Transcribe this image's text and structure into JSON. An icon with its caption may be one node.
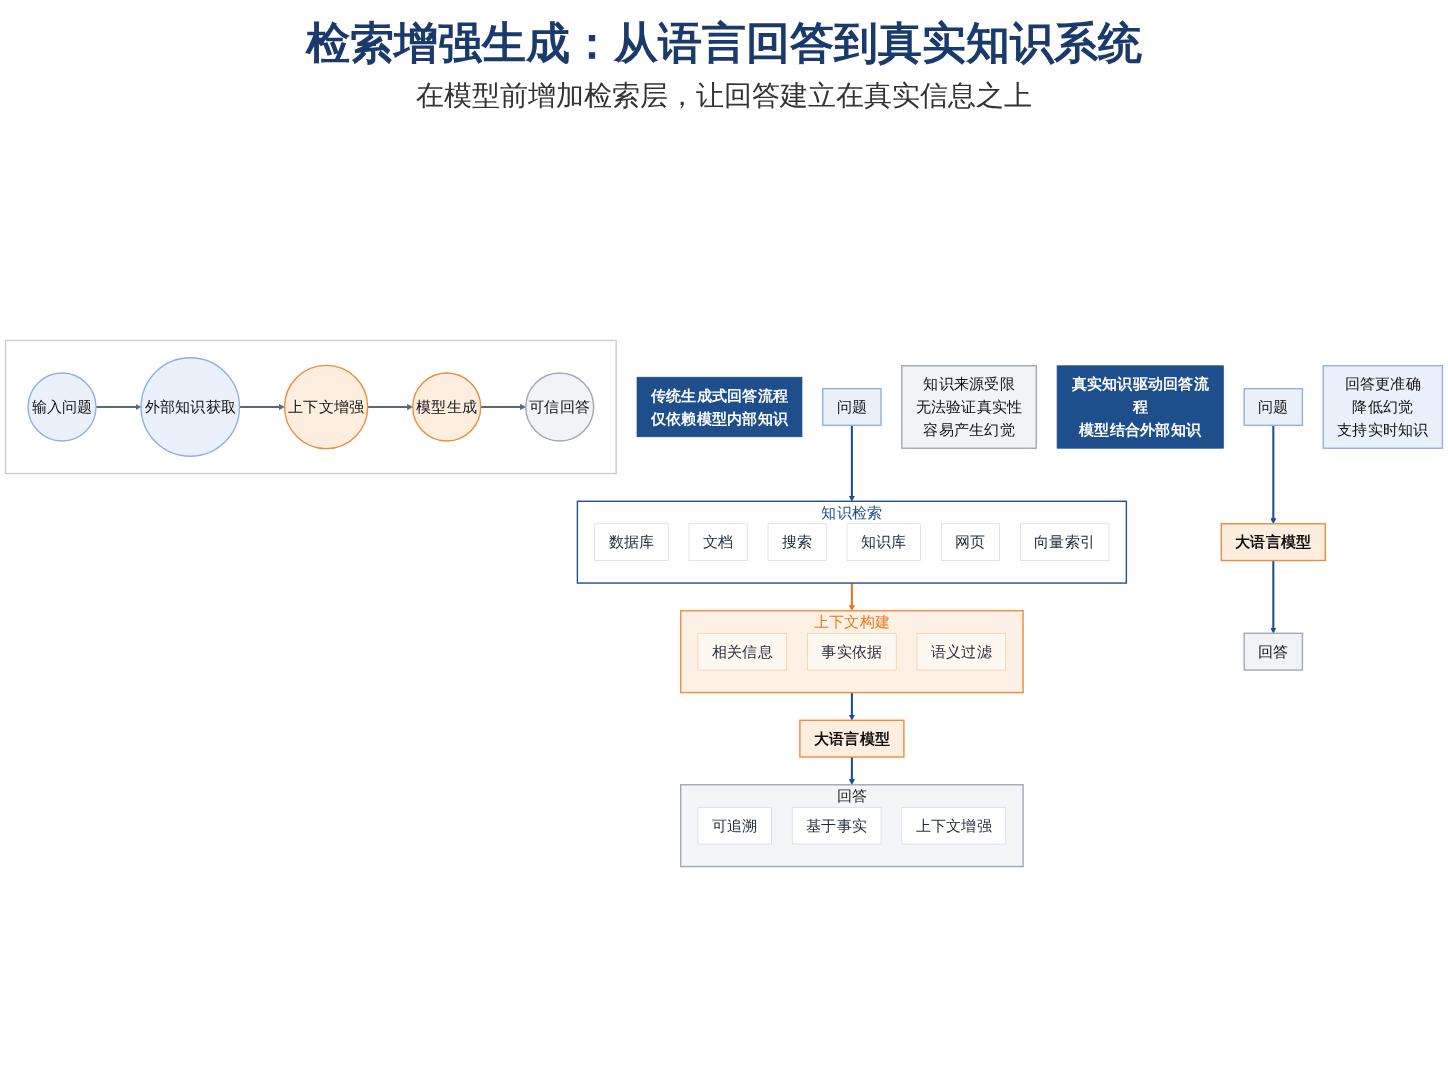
{
  "diagram": {
    "title": "检索增强生成：从语言回答到真实知识系统",
    "caption": "在模型前增加检索层，让回答建立在真实信息之上",
    "nodes": [
      {
        "text": [
          "传统生成式回答流程",
          "仅依赖模型内部知识"
        ]
      },
      {
        "text": [
          "问题"
        ]
      },
      {
        "text": [
          "大语言模型"
        ]
      },
      {
        "text": [
          "回答"
        ]
      },
      {
        "text": [
          "知识来源受限",
          "无法验证真实性",
          "容易产生幻觉"
        ]
      },
      {
        "text": [
          "真实知识驱动回答流程",
          "模型结合外部知识"
        ]
      },
      {
        "text": [
          "问题"
        ]
      },
      {
        "text": [
          "知识检索"
        ]
      },
      {
        "text": [
          "数据库"
        ],
        "in": 7
      },
      {
        "text": [
          "文档"
        ],
        "in": 7
      },
      {
        "text": [
          "搜索"
        ],
        "in": 7
      },
      {
        "text": [
          "知识库"
        ],
        "in": 7
      },
      {
        "text": [
          "网页"
        ],
        "in": 7
      },
      {
        "text": [
          "向量索引"
        ],
        "in": 7
      },
      {
        "text": [
          "上下文构建"
        ]
      },
      {
        "text": [
          "相关信息"
        ],
        "in": 14
      },
      {
        "text": [
          "事实依据"
        ],
        "in": 14
      },
      {
        "text": [
          "语义过滤"
        ],
        "in": 14
      },
      {
        "text": [
          "大语言模型"
        ]
      },
      {
        "text": [
          "回答"
        ]
      },
      {
        "text": [
          "可追溯"
        ],
        "in": 19
      },
      {
        "text": [
          "基于事实"
        ],
        "in": 19
      },
      {
        "text": [
          "上下文增强"
        ],
        "in": 19
      },
      {
        "text": [
          "回答更准确",
          "降低幻觉",
          "支持实时知识"
        ]
      },
      {
        "text": [],
        "shape": "box"
      },
      {
        "text": [
          "输入问题"
        ],
        "in": 24
      },
      {
        "text": [
          "外部知识获取"
        ],
        "in": 24
      },
      {
        "text": [
          "上下文增强"
        ],
        "in": 24
      },
      {
        "text": [
          "模型生成"
        ],
        "in": 24
      },
      {
        "text": [
          "可信回答"
        ],
        "in": 24
      }
    ],
    "edges": [
      {
        "from": 1,
        "to": 2,
        "arrow": "to"
      },
      {
        "from": 2,
        "to": 3,
        "arrow": "to"
      },
      {
        "from": 6,
        "to": 7,
        "arrow": "to"
      },
      {
        "from": 7,
        "to": 14,
        "arrow": "to",
        "color": "#e87722"
      },
      {
        "from": 14,
        "to": 18,
        "arrow": "to"
      },
      {
        "from": 18,
        "to": 19,
        "arrow": "to"
      },
      {
        "from": 25,
        "to": 26,
        "arrow": "to",
        "color": "#5f6773"
      },
      {
        "from": 26,
        "to": 27,
        "arrow": "to",
        "color": "#5f6773"
      },
      {
        "from": 27,
        "to": 28,
        "arrow": "to",
        "color": "#5f6773"
      },
      {
        "from": 28,
        "to": 29,
        "arrow": "to",
        "color": "#5f6773"
      }
    ]
  }
}
